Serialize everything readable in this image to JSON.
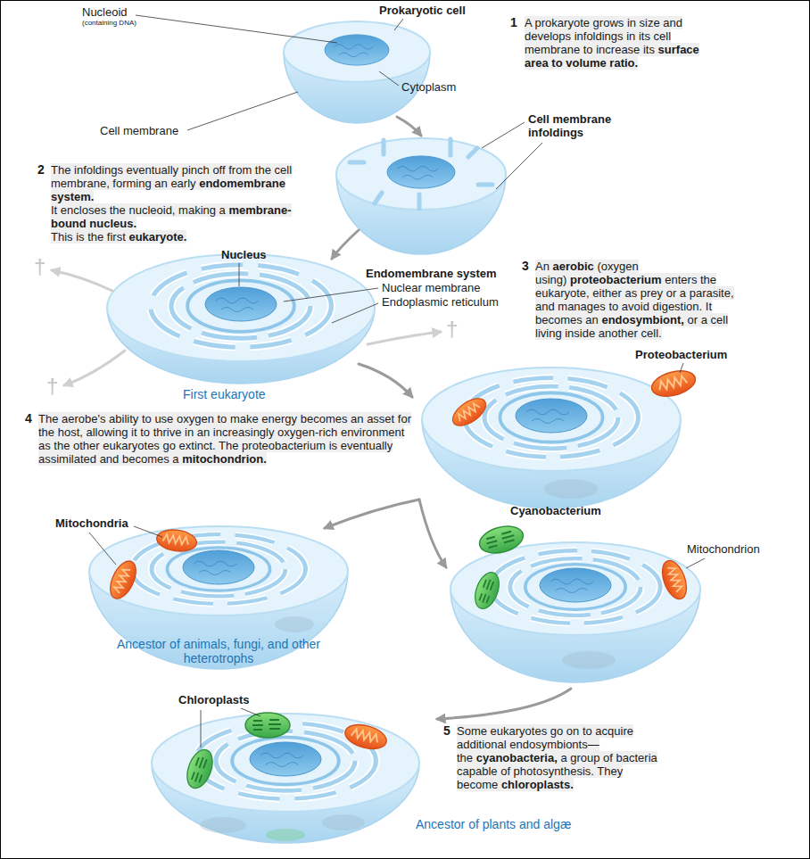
{
  "diagram": {
    "labels": [
      "Nucleoid",
      "(containing DNA)",
      "Prokaryotic cell",
      "1",
      "A prokaryote grows in size and develops infoldings in its cell membrane to increase its",
      "surface area to volume ratio.",
      "Cytoplasm",
      "Cell membrane",
      "Cell membrane infoldings",
      "2",
      "The infoldings eventually pinch off from the cell membrane, forming an early",
      "endomembrane system.",
      "It encloses the nucleoid, making a",
      "membrane-bound nucleus.",
      "This is the first",
      "eukaryote.",
      "†",
      "Nucleus",
      "Endomembrane system",
      "Nuclear membrane",
      "Endoplasmic reticulum",
      "3",
      "An",
      "aerobic",
      "(oxygen using)",
      "proteobacterium",
      "enters the eukaryote, either as prey or a parasite, and manages to avoid digestion. It becomes an",
      "endosymbiont,",
      "or a cell living inside another cell.",
      "†",
      "†",
      "First eukaryote",
      "Proteobacterium",
      "4",
      "The aerobe's ability to use oxygen to make energy becomes an asset for the host, allowing it to thrive in an increasingly oxygen-rich environment as the other eukaryotes go extinct. The proteobacterium is eventually assimilated and becomes a",
      "mitochondrion.",
      "Mitochondria",
      "Cyanobacterium",
      "Mitochondrion",
      "Ancestor of animals, fungi, and other heterotrophs",
      "Chloroplasts",
      "5",
      "Some eukaryotes go on to acquire additional endosymbionts—the",
      "cyanobacteria,",
      "a group of bacteria capable of photosynthesis. They become",
      "chloroplasts.",
      "Ancestor of plants and algæ"
    ]
  }
}
